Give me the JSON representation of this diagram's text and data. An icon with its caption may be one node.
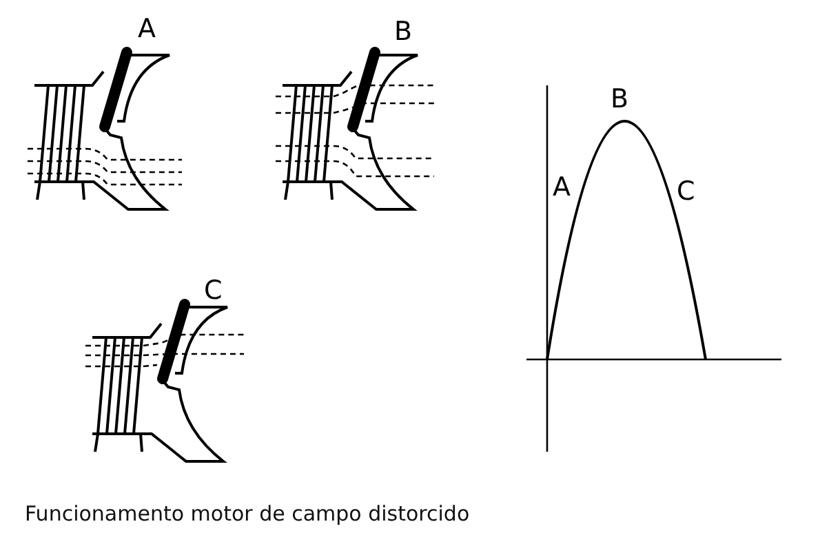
{
  "diagram": {
    "caption": "Funcionamento motor de campo distorcido",
    "labels": [
      "A",
      "B",
      "B",
      "A",
      "C",
      "C"
    ]
  }
}
